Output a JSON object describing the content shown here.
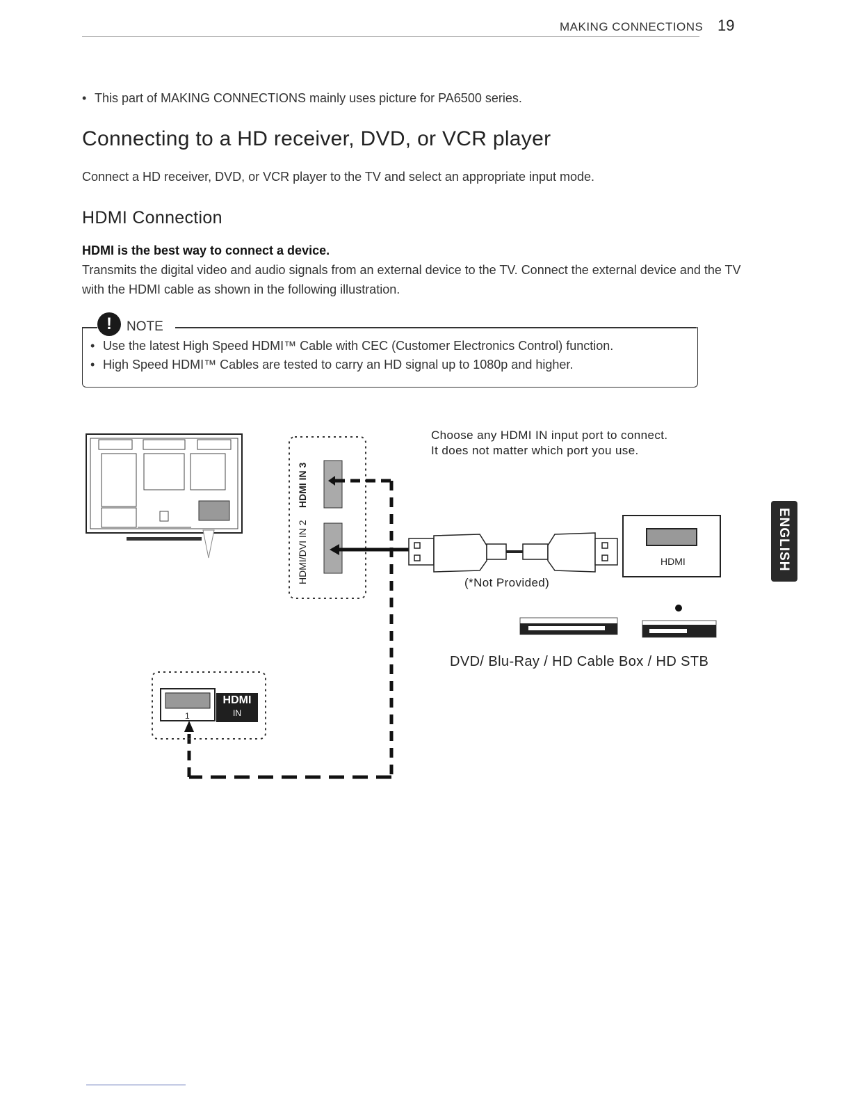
{
  "header": {
    "section": "MAKING CONNECTIONS",
    "page_number": "19"
  },
  "intro_bullet": "This part of MAKING CONNECTIONS mainly uses picture for PA6500 series.",
  "title": "Connecting to a HD receiver, DVD, or VCR player",
  "lead": "Connect a HD receiver, DVD, or VCR player to the TV and select an appropriate input mode.",
  "subtitle": "HDMI Connection",
  "bold_line": "HDMI is the best way to connect a device.",
  "body": "Transmits the digital video and audio signals from an external device to the TV. Connect the external device and the TV with the HDMI cable as shown in the following illustration.",
  "note": {
    "title": "NOTE",
    "items": [
      "Use the latest High Speed HDMI™ Cable with CEC (Customer Electronics Control) function.",
      "High Speed HDMI™ Cables are tested to carry an HD signal up to 1080p and higher."
    ]
  },
  "diagram": {
    "choose_line1": "Choose any HDMI IN input port to connect.",
    "choose_line2": "It does not matter which port you use.",
    "not_provided": "(*Not Provided)",
    "device_port_label": "HDMI",
    "devices_caption": "DVD/ Blu-Ray / HD Cable Box / HD STB",
    "port3_label": "HDMI IN 3",
    "port2_label": "HDMI/DVI IN 2",
    "port1_logo": "HDMI",
    "port1_in": "IN",
    "port1_number": "1"
  },
  "language_tab": "ENGLISH"
}
